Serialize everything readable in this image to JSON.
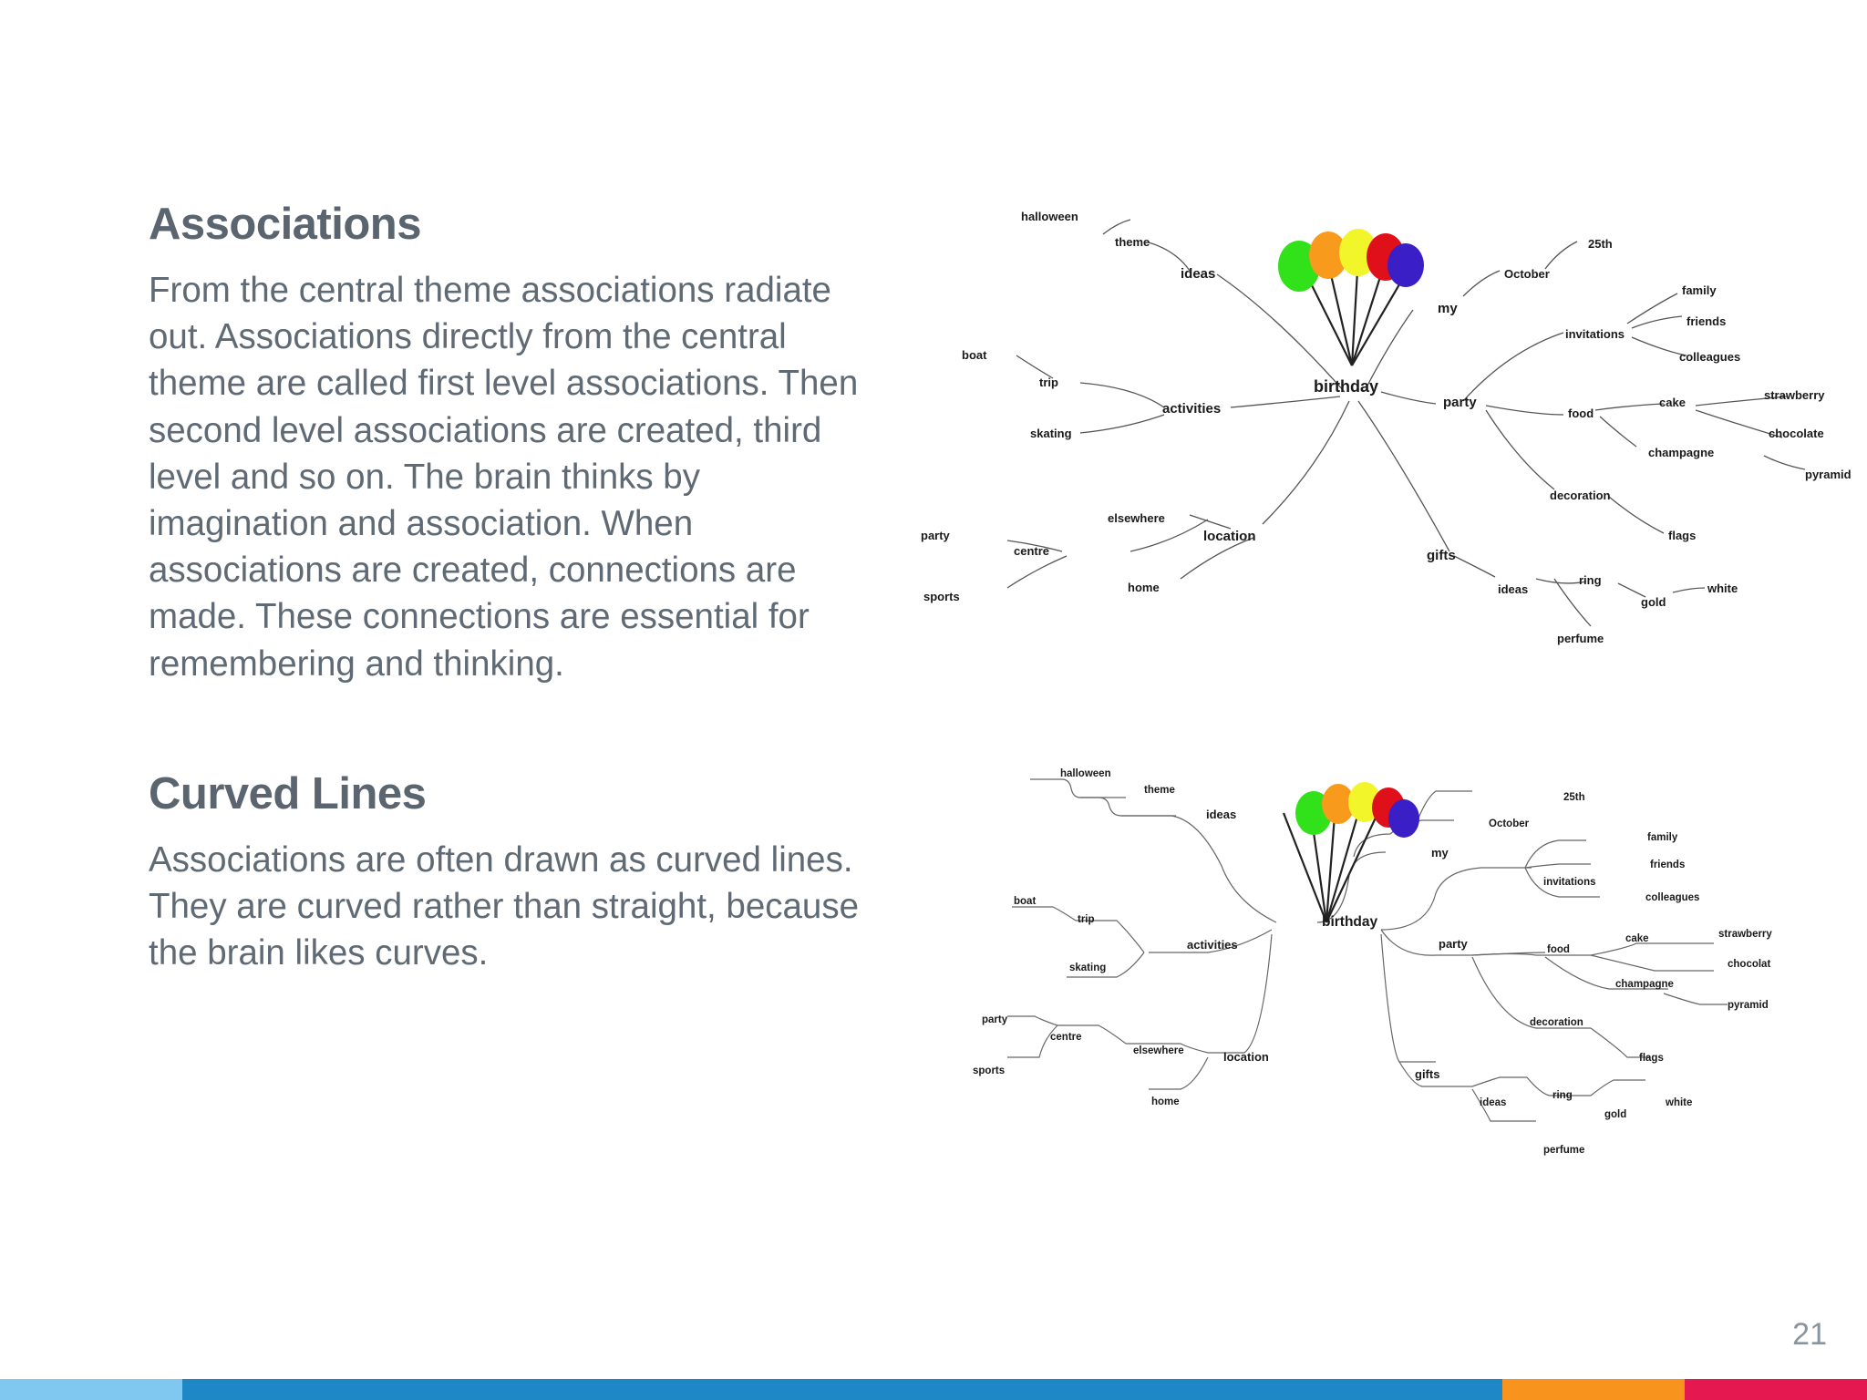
{
  "sections": {
    "associations": {
      "heading": "Associations",
      "body": "From the central theme associations radiate out. Associations directly from the central theme are called first level associations. Then second level associations are created, third level and so on. The brain thinks by imagination and association. When associations are created, connections are made. These connections are essential for remembering and thinking."
    },
    "curved_lines": {
      "heading": "Curved Lines",
      "body": "Associations are often drawn as curved lines. They are  curved rather than straight, because the brain likes curves."
    }
  },
  "mindmap_1": {
    "labels": [
      "halloween",
      "theme",
      "ideas",
      "my",
      "October",
      "25th",
      "invitations",
      "family",
      "friends",
      "colleagues",
      "boat",
      "trip",
      "activities",
      "skating",
      "birthday",
      "party",
      "food",
      "cake",
      "strawberry",
      "chocolate",
      "champagne",
      "pyramid",
      "decoration",
      "flags",
      "elsewhere",
      "location",
      "party",
      "centre",
      "sports",
      "home",
      "gifts",
      "ideas",
      "ring",
      "gold",
      "white",
      "perfume"
    ]
  },
  "mindmap_2": {
    "labels": [
      "halloween",
      "theme",
      "ideas",
      "my",
      "October",
      "25th",
      "invitations",
      "family",
      "friends",
      "colleagues",
      "boat",
      "trip",
      "activities",
      "skating",
      "birthday",
      "party",
      "food",
      "cake",
      "strawberry",
      "chocolat",
      "champagne",
      "pyramid",
      "decoration",
      "flags",
      "party",
      "centre",
      "elsewhere",
      "location",
      "sports",
      "home",
      "gifts",
      "ideas",
      "ring",
      "gold",
      "white",
      "perfume"
    ]
  },
  "balloon_colors": [
    "#31e21a",
    "#f89a1c",
    "#f1f52a",
    "#e0101a",
    "#3a1fc6"
  ],
  "footer": {
    "page_number": "21",
    "colors": [
      "#80c8f0",
      "#1e88c6",
      "#f8931d",
      "#e5184f"
    ]
  }
}
